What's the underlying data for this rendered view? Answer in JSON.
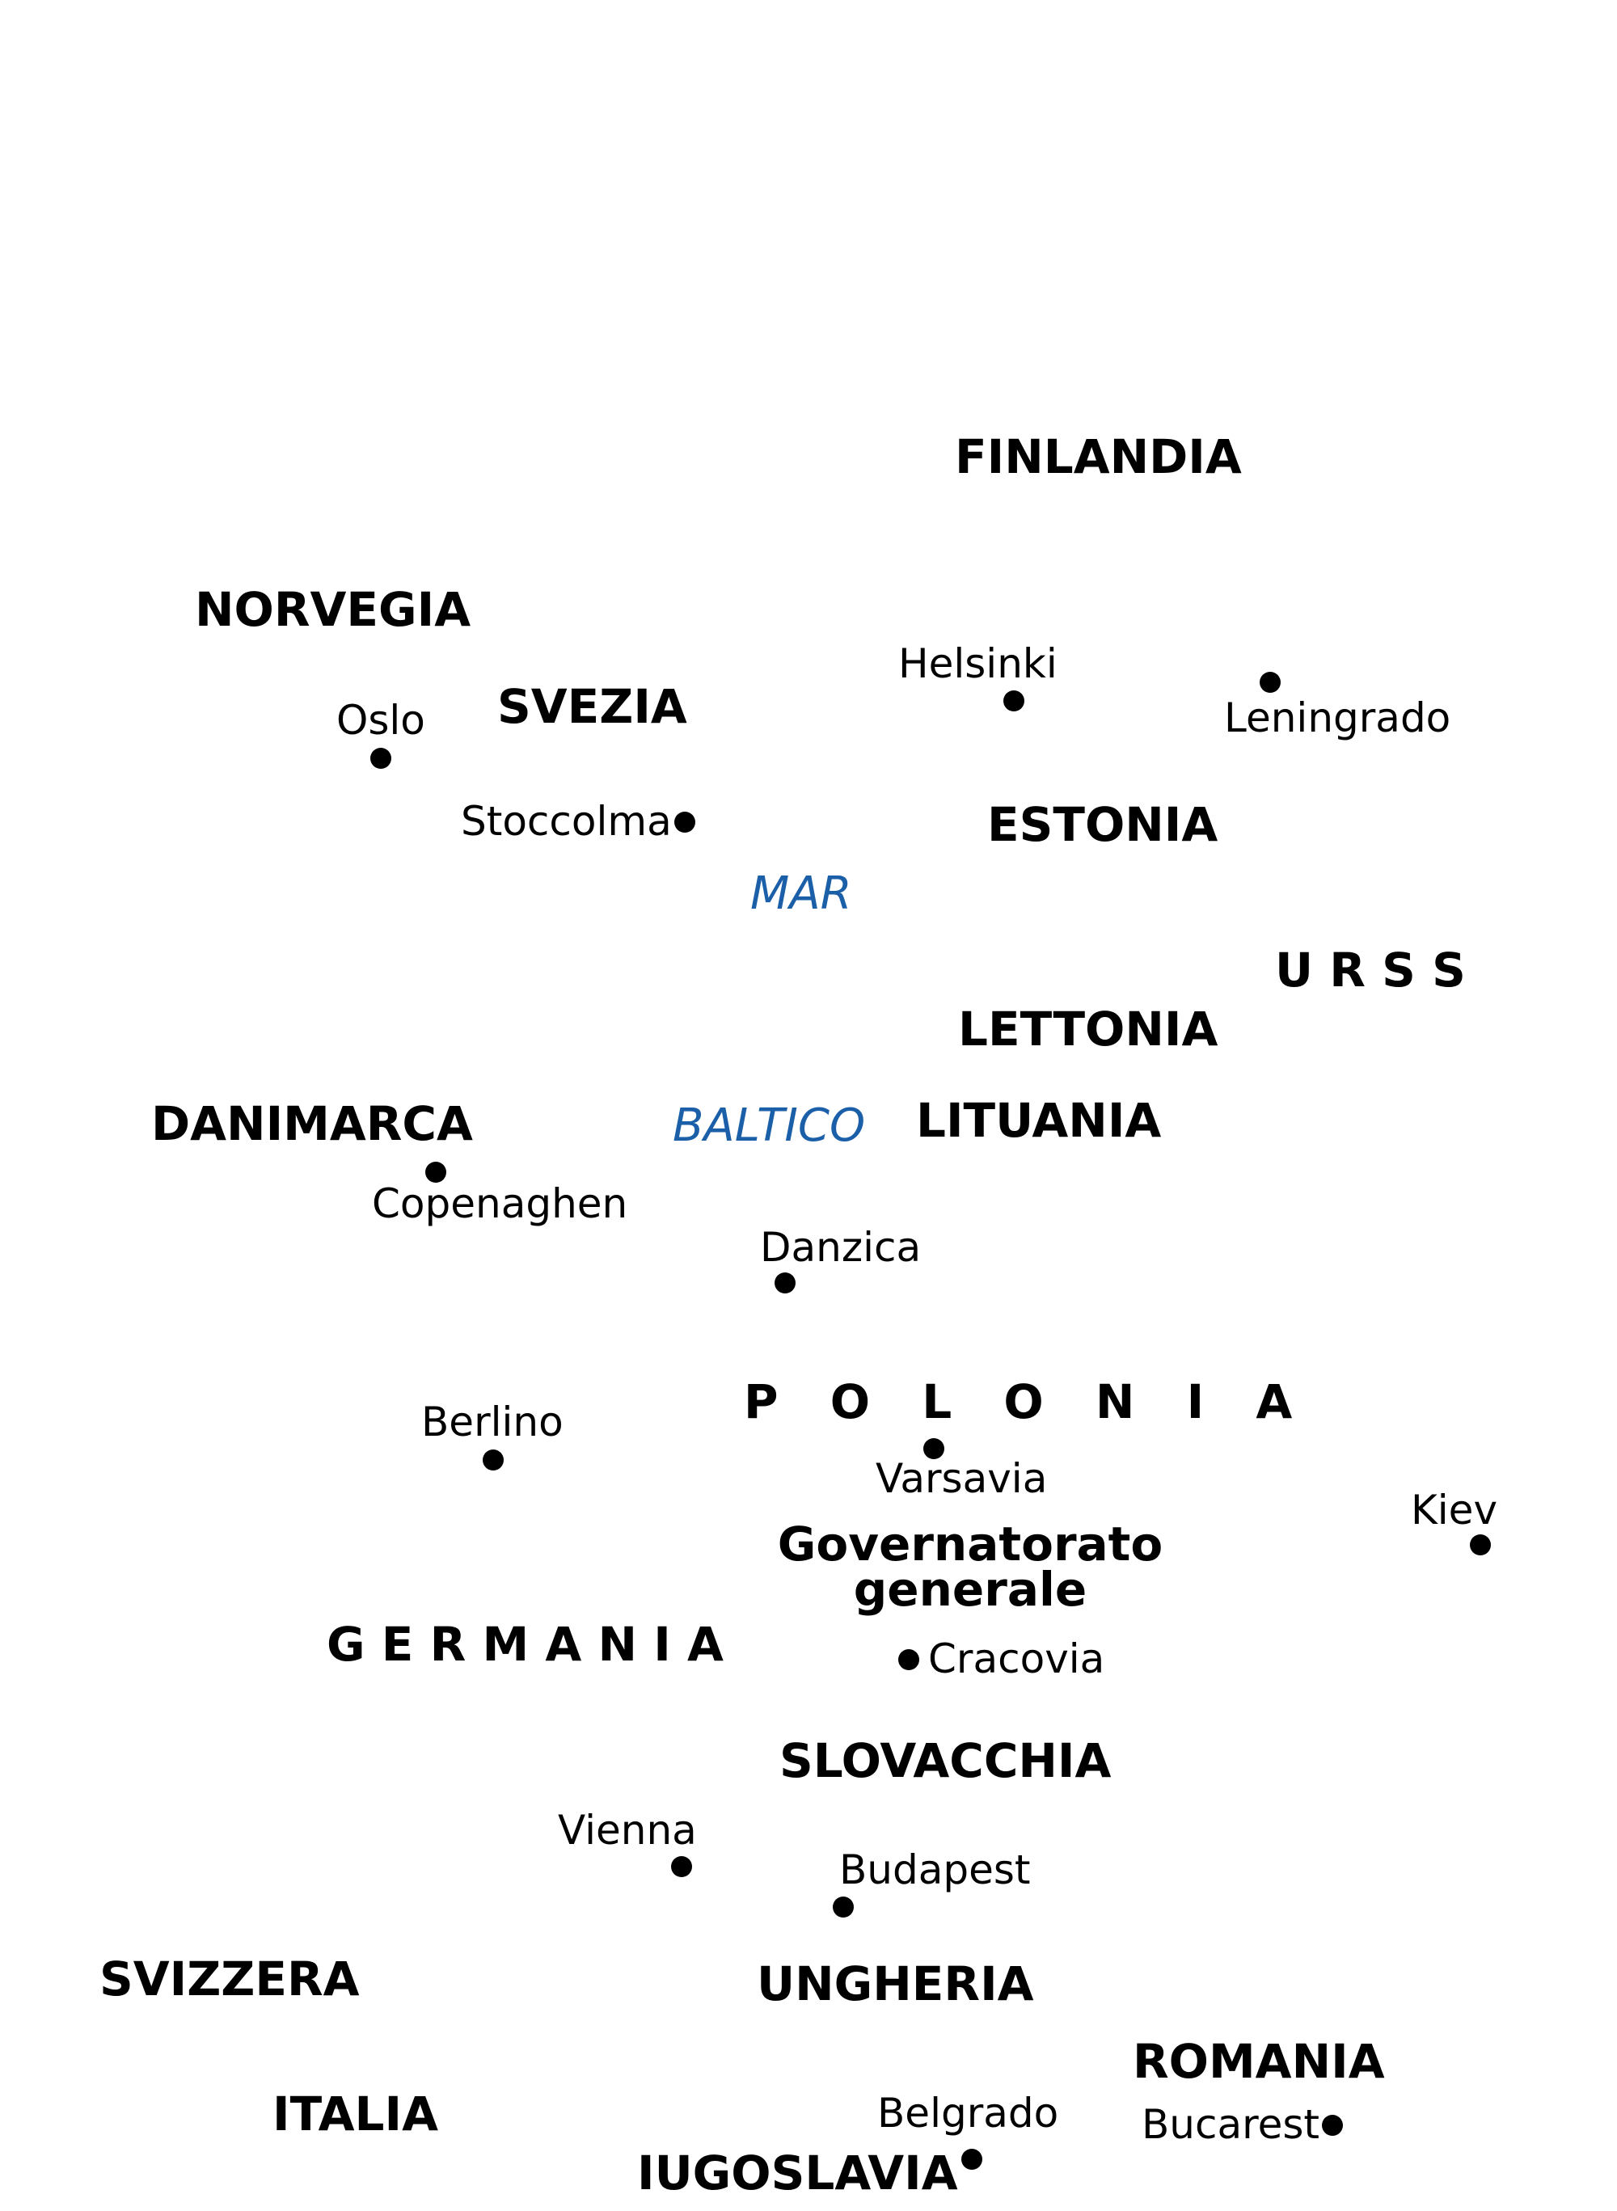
{
  "map": {
    "colors": {
      "text": "#000000",
      "sea_label": "#1a5fa8",
      "city_dot": "#000000",
      "background": "#ffffff"
    },
    "countries": {
      "finlandia": "FINLANDIA",
      "norvegia": "NORVEGIA",
      "svezia": "SVEZIA",
      "estonia": "ESTONIA",
      "urss": "U R S S",
      "lettonia": "LETTONIA",
      "danimarca": "DANIMARCA",
      "lituania": "LITUANIA",
      "polonia": "P O L O N I A",
      "governatorato_line1": "Governatorato",
      "governatorato_line2": "generale",
      "germania": "G E R M A N I A",
      "slovacchia": "SLOVACCHIA",
      "svizzera": "SVIZZERA",
      "ungheria": "UNGHERIA",
      "romania": "ROMANIA",
      "italia": "ITALIA",
      "iugoslavia": "IUGOSLAVIA"
    },
    "sea": {
      "line1": "MAR",
      "line2": "BALTICO"
    },
    "cities": {
      "helsinki": "Helsinki",
      "leningrado": "Leningrado",
      "oslo": "Oslo",
      "stoccolma": "Stoccolma",
      "copenaghen": "Copenaghen",
      "danzica": "Danzica",
      "berlino": "Berlino",
      "varsavia": "Varsavia",
      "kiev": "Kiev",
      "cracovia": "Cracovia",
      "vienna": "Vienna",
      "budapest": "Budapest",
      "belgrado": "Belgrado",
      "bucarest": "Bucarest"
    }
  }
}
